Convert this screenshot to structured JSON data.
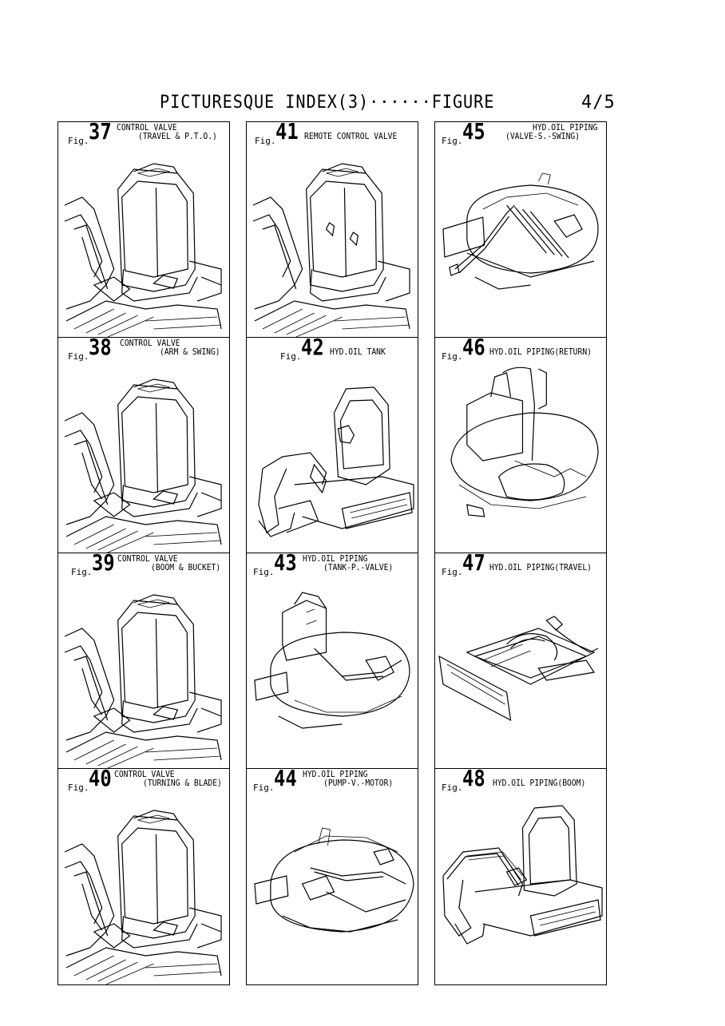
{
  "header": {
    "title": "PICTURESQUE INDEX(3)······FIGURE",
    "page": "4/5"
  },
  "figures": [
    {
      "prefix": "Fig.",
      "number": "37",
      "caption1": "CONTROL VALVE",
      "caption2": "(TRAVEL & P.T.O.)",
      "drawing": "cab-valve-icon"
    },
    {
      "prefix": "Fig.",
      "number": "41",
      "caption1": "REMOTE CONTROL VALVE",
      "caption2": "",
      "drawing": "cab-levers-icon"
    },
    {
      "prefix": "Fig.",
      "number": "45",
      "caption1": "HYD.OIL PIPING",
      "caption2": "(VALVE-S.-SWING)",
      "drawing": "frame-piping-icon"
    },
    {
      "prefix": "Fig.",
      "number": "38",
      "caption1": "CONTROL VALVE",
      "caption2": "(ARM & SWING)",
      "drawing": "cab-valve-icon"
    },
    {
      "prefix": "Fig.",
      "number": "42",
      "caption1": "HYD.OIL TANK",
      "caption2": "",
      "drawing": "excavator-tank-icon"
    },
    {
      "prefix": "Fig.",
      "number": "46",
      "caption1": "HYD.OIL PIPING(RETURN)",
      "caption2": "",
      "drawing": "frame-return-piping-icon"
    },
    {
      "prefix": "Fig.",
      "number": "39",
      "caption1": "CONTROL VALVE",
      "caption2": "(BOOM & BUCKET)",
      "drawing": "cab-valve-icon"
    },
    {
      "prefix": "Fig.",
      "number": "43",
      "caption1": "HYD.OIL PIPING",
      "caption2": "(TANK-P.-VALVE)",
      "drawing": "frame-tank-piping-icon"
    },
    {
      "prefix": "Fig.",
      "number": "47",
      "caption1": "HYD.OIL PIPING(TRAVEL)",
      "caption2": "",
      "drawing": "undercarriage-piping-icon"
    },
    {
      "prefix": "Fig.",
      "number": "40",
      "caption1": "CONTROL VALVE",
      "caption2": "(TURNING & BLADE)",
      "drawing": "cab-valve-icon"
    },
    {
      "prefix": "Fig.",
      "number": "44",
      "caption1": "HYD.OIL PIPING",
      "caption2": "(PUMP-V.-MOTOR)",
      "drawing": "frame-motor-piping-icon"
    },
    {
      "prefix": "Fig.",
      "number": "48",
      "caption1": "HYD.OIL PIPING(BOOM)",
      "caption2": "",
      "drawing": "excavator-boom-piping-icon"
    }
  ]
}
